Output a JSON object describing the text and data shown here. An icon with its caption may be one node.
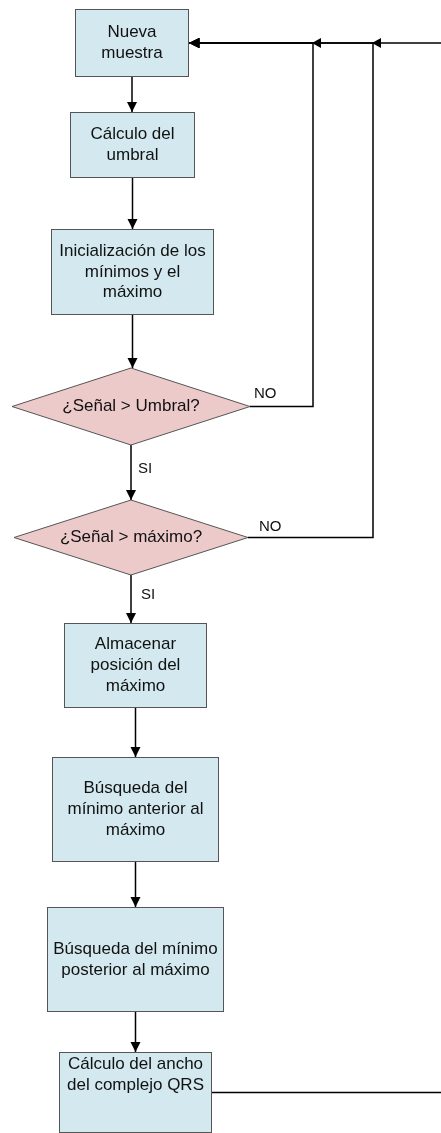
{
  "diagram": {
    "nodes": [
      {
        "text": [
          "Nueva muestra"
        ]
      },
      {
        "text": [
          "Cálculo del umbral"
        ]
      },
      {
        "text": [
          "Inicialización de los mínimos y el máximo"
        ]
      },
      {
        "text": [
          "¿Señal > Umbral?"
        ]
      },
      {
        "text": [
          "¿Señal > máximo?"
        ]
      },
      {
        "text": [
          "Almacenar posición del máximo"
        ]
      },
      {
        "text": [
          "Búsqueda del mínimo anterior al máximo"
        ]
      },
      {
        "text": [
          "Búsqueda del mínimo posterior al máximo"
        ]
      },
      {
        "text": [
          "Cálculo del ancho del complejo QRS"
        ]
      }
    ],
    "edges": [
      {
        "from": 0,
        "to": 1,
        "arrow": "to"
      },
      {
        "from": 1,
        "to": 2,
        "arrow": "to"
      },
      {
        "from": 2,
        "to": 3,
        "arrow": "to"
      },
      {
        "from": 3,
        "to": 4,
        "arrow": "to",
        "label": "SI"
      },
      {
        "from": 4,
        "to": 5,
        "arrow": "to",
        "label": "SI"
      },
      {
        "from": 5,
        "to": 6,
        "arrow": "to"
      },
      {
        "from": 6,
        "to": 7,
        "arrow": "to"
      },
      {
        "from": 7,
        "to": 8,
        "arrow": "to"
      },
      {
        "from": 3,
        "to": 0,
        "arrow": "to",
        "label": "NO"
      },
      {
        "from": 4,
        "to": 0,
        "arrow": "to",
        "label": "NO"
      },
      {
        "from": 8,
        "to": 0,
        "arrow": "to"
      }
    ]
  }
}
